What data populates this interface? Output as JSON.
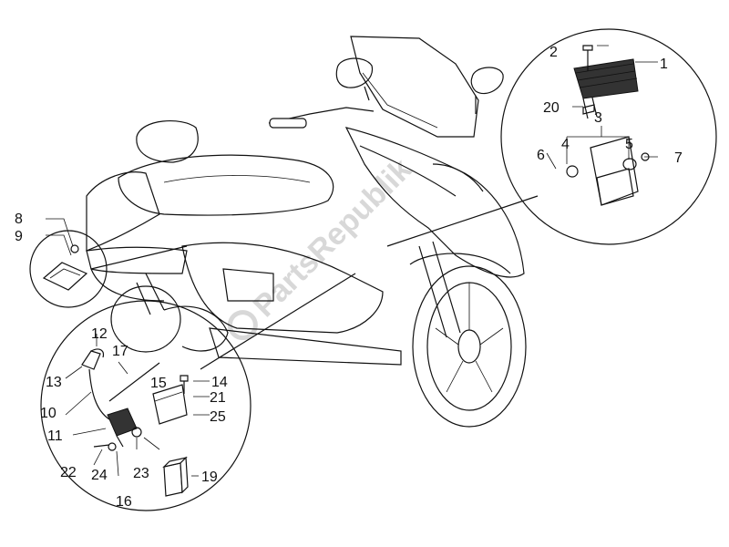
{
  "watermark": "PartsRepublik",
  "parts": [
    {
      "id": "1",
      "label": "1"
    },
    {
      "id": "2",
      "label": "2"
    },
    {
      "id": "3",
      "label": "3"
    },
    {
      "id": "4",
      "label": "4"
    },
    {
      "id": "5",
      "label": "5"
    },
    {
      "id": "6",
      "label": "6"
    },
    {
      "id": "7",
      "label": "7"
    },
    {
      "id": "8",
      "label": "8"
    },
    {
      "id": "9",
      "label": "9"
    },
    {
      "id": "10",
      "label": "10"
    },
    {
      "id": "11",
      "label": "11"
    },
    {
      "id": "12",
      "label": "12"
    },
    {
      "id": "13",
      "label": "13"
    },
    {
      "id": "14",
      "label": "14"
    },
    {
      "id": "15",
      "label": "15"
    },
    {
      "id": "16",
      "label": "16"
    },
    {
      "id": "17",
      "label": "17"
    },
    {
      "id": "19",
      "label": "19"
    },
    {
      "id": "20",
      "label": "20"
    },
    {
      "id": "21",
      "label": "21"
    },
    {
      "id": "22",
      "label": "22"
    },
    {
      "id": "23",
      "label": "23"
    },
    {
      "id": "24",
      "label": "24"
    },
    {
      "id": "25",
      "label": "25"
    }
  ]
}
